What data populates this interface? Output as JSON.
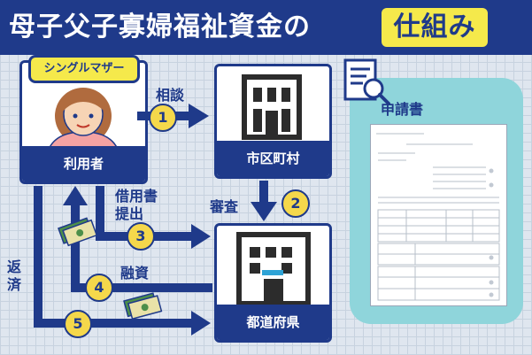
{
  "title": {
    "main": "母子父子寡婦福祉資金の",
    "highlight": "仕組み"
  },
  "actors": {
    "mother": {
      "bubble": "シングルマザー",
      "label": "利用者"
    },
    "city": {
      "label": "市区町村"
    },
    "prefecture": {
      "label": "都道府県"
    }
  },
  "steps": [
    {
      "number": "1",
      "label": "相談"
    },
    {
      "number": "2",
      "label": "審査"
    },
    {
      "number": "3",
      "label": "借用書\n提出"
    },
    {
      "number": "4",
      "label": "融資"
    },
    {
      "number": "5",
      "label": "返済"
    }
  ],
  "application": {
    "title": "申請書"
  },
  "colors": {
    "navy": "#1f3a8a",
    "yellow": "#f5d84b",
    "teal": "#8fd5db",
    "background": "#dfe6ef"
  }
}
